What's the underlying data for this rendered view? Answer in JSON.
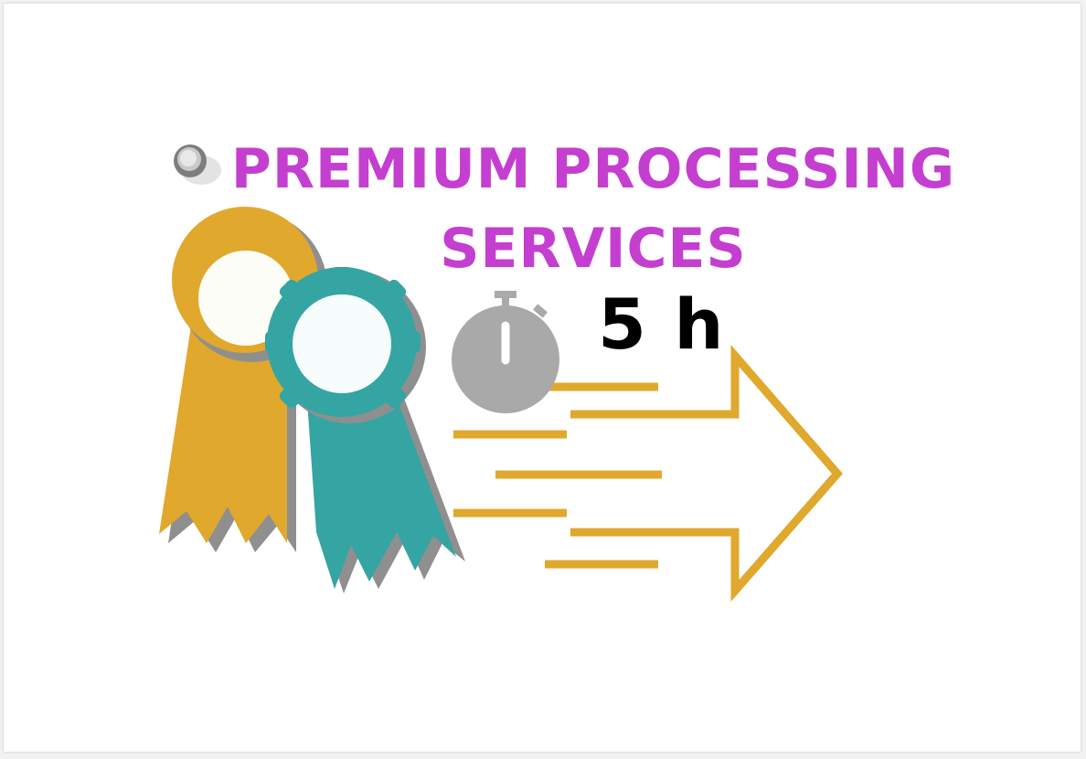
{
  "title": {
    "line1": "PREMIUM PROCESSING",
    "line2": "SERVICES"
  },
  "time_label": "5 h",
  "icons": {
    "pin": "push-pin-icon",
    "ribbons": "award-ribbons-icon",
    "stopwatch": "stopwatch-icon",
    "arrow": "speed-arrow-icon"
  },
  "colors": {
    "title": "#c43fd0",
    "gold": "#e0a82c",
    "teal": "#34a5a2",
    "stopwatch": "#a9a9a9",
    "shadow": "#8f8f8f",
    "time_text": "#000000"
  }
}
